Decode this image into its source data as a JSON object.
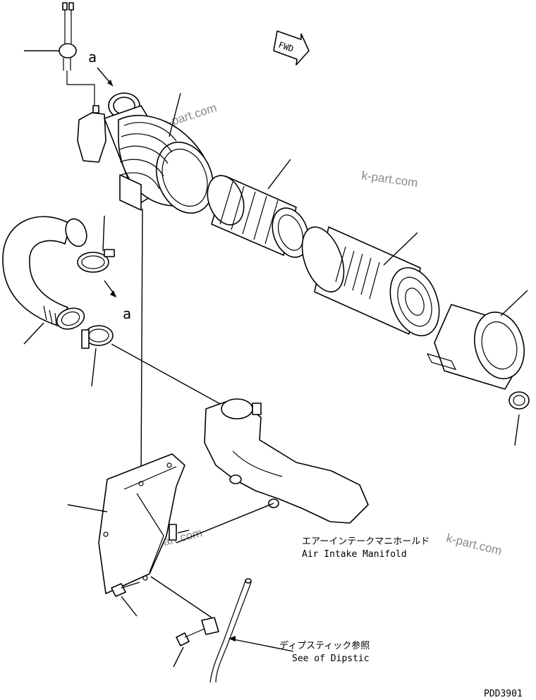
{
  "drawing": {
    "direction_arrow": "FWD",
    "callout_a_top": "a",
    "callout_a_bottom": "a",
    "watermark": "k-part.com",
    "manifold_label_jp": "エアーインテークマニホールド",
    "manifold_label_en": "Air Intake Manifold",
    "dipstick_label_jp": "ディプスティック参照",
    "dipstick_label_en": "See of Dipstic",
    "drawing_number": "PDD3901"
  }
}
